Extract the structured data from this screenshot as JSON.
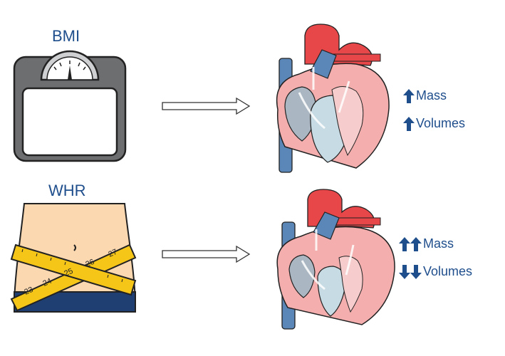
{
  "top": {
    "label": "BMI",
    "mass": "Mass",
    "volumes": "Volumes",
    "mass_dir": "up",
    "mass_count": 1,
    "vol_dir": "up",
    "vol_count": 1
  },
  "bottom": {
    "label": "WHR",
    "mass": "Mass",
    "volumes": "Volumes",
    "mass_dir": "up",
    "mass_count": 2,
    "vol_dir": "down",
    "vol_count": 2
  },
  "tape_numbers": [
    "23",
    "24",
    "25",
    "26",
    "27"
  ],
  "colors": {
    "label_blue": "#1f4e8c",
    "aorta_red": "#e8474a",
    "vein_blue": "#5b86b8",
    "myocardium_pink": "#f4aeae",
    "scale_gray": "#6d6e70"
  }
}
